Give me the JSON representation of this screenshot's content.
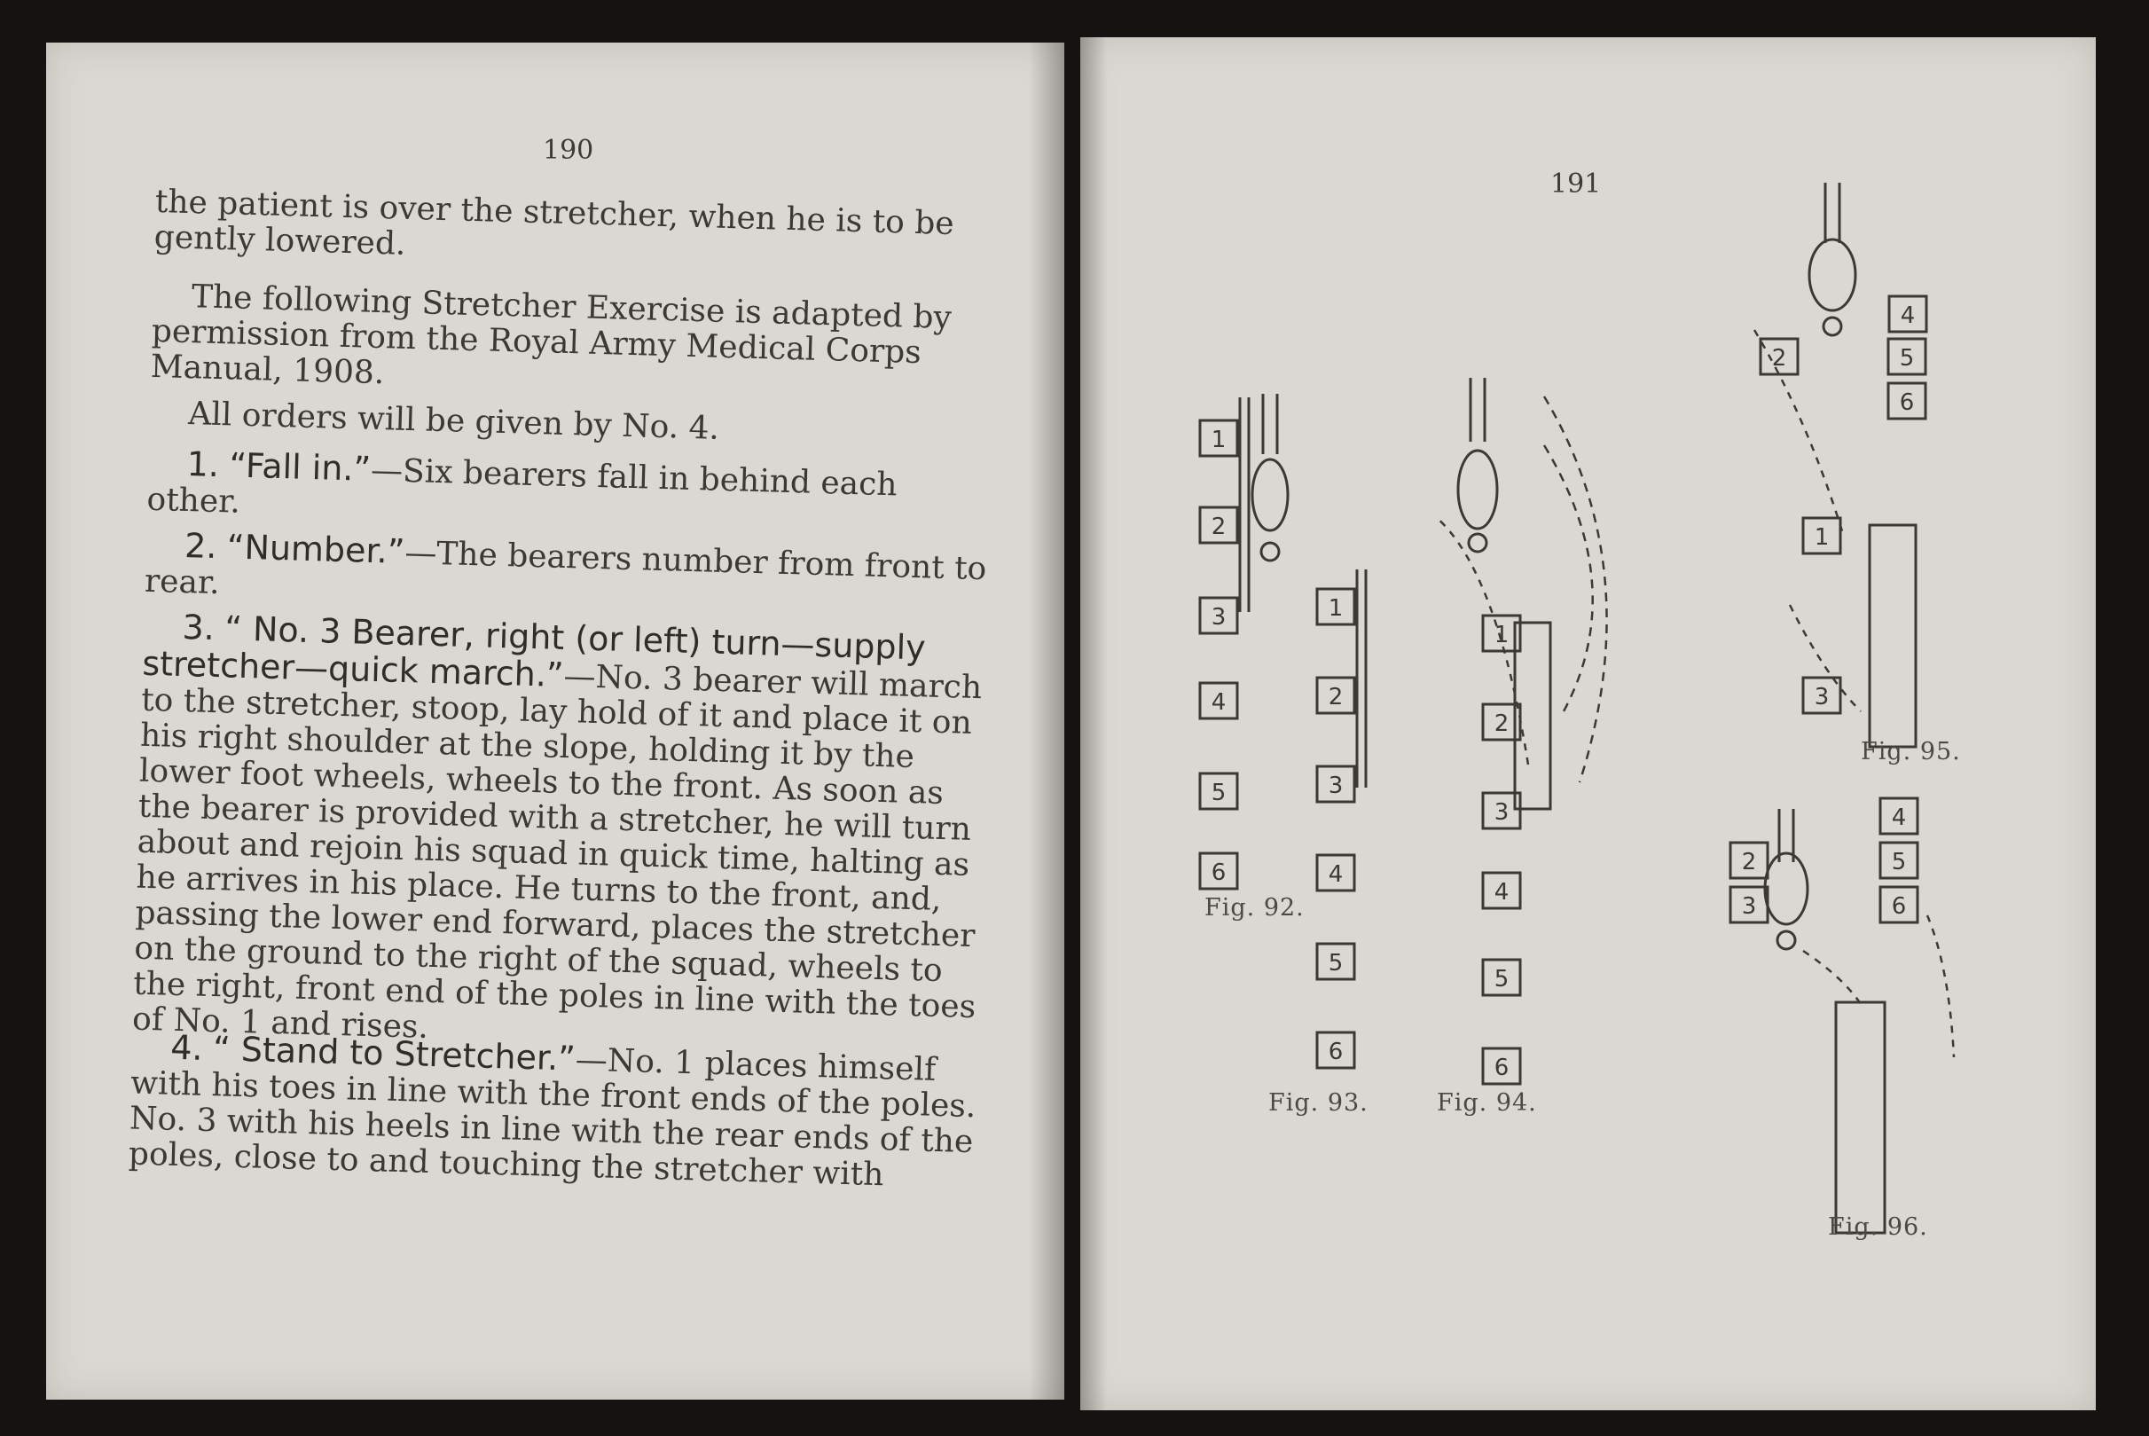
{
  "left_page": {
    "page_number": "190",
    "para1": "the patient is over the stretcher, when he is to be gently lowered.",
    "para2": "The following Stretcher Exercise is adapted by permission from the Royal Army Medical Corps Manual, 1908.",
    "para3": "All orders will be given by No. 4.",
    "items": [
      {
        "num": "1.",
        "command": "“Fall in.”",
        "text": "—Six bearers fall in behind each other."
      },
      {
        "num": "2.",
        "command": "“Number.”",
        "text": "—The bearers number from front to rear."
      },
      {
        "num": "3.",
        "command": "“ No. 3 Bearer, right (or left) turn—supply stretcher—quick march.”",
        "text": "—No. 3 bearer will march to the stretcher, stoop, lay hold of it and place it on his right shoulder at the slope, holding it by the lower foot wheels, wheels to the front. As soon as the bearer is provided with a stretcher, he will turn about and rejoin his squad in quick time, halting as he arrives in his place. He turns to the front, and, passing the lower end forward, places the stretcher on the ground to the right of the squad, wheels to the right, front end of the poles in line with the toes of No. 1 and rises."
      },
      {
        "num": "4.",
        "command": "“ Stand to Stretcher.”",
        "text": "—No. 1 places himself with his toes in line with the front ends of the poles. No. 3 with his heels in line with the rear ends of the poles, close to and touching the stretcher with"
      }
    ]
  },
  "right_page": {
    "page_number": "191",
    "captions": {
      "fig92": "Fig. 92.",
      "fig93": "Fig. 93.",
      "fig94": "Fig. 94.",
      "fig95": "Fig. 95.",
      "fig96": "Fig. 96."
    },
    "box_labels": {
      "fig92": [
        "1",
        "2",
        "3",
        "4",
        "5",
        "6"
      ],
      "fig93": [
        "1",
        "2",
        "3",
        "4",
        "5",
        "6"
      ],
      "fig94": [
        "1",
        "2",
        "3",
        "4",
        "5",
        "6"
      ],
      "fig95": [
        "4",
        "2",
        "5",
        "6",
        "1",
        "3"
      ],
      "fig96": [
        "4",
        "5",
        "6",
        "2",
        "3"
      ]
    }
  },
  "colors": {
    "paper": "#d9d8d2",
    "ink": "#3a3936",
    "background": "#151311"
  }
}
